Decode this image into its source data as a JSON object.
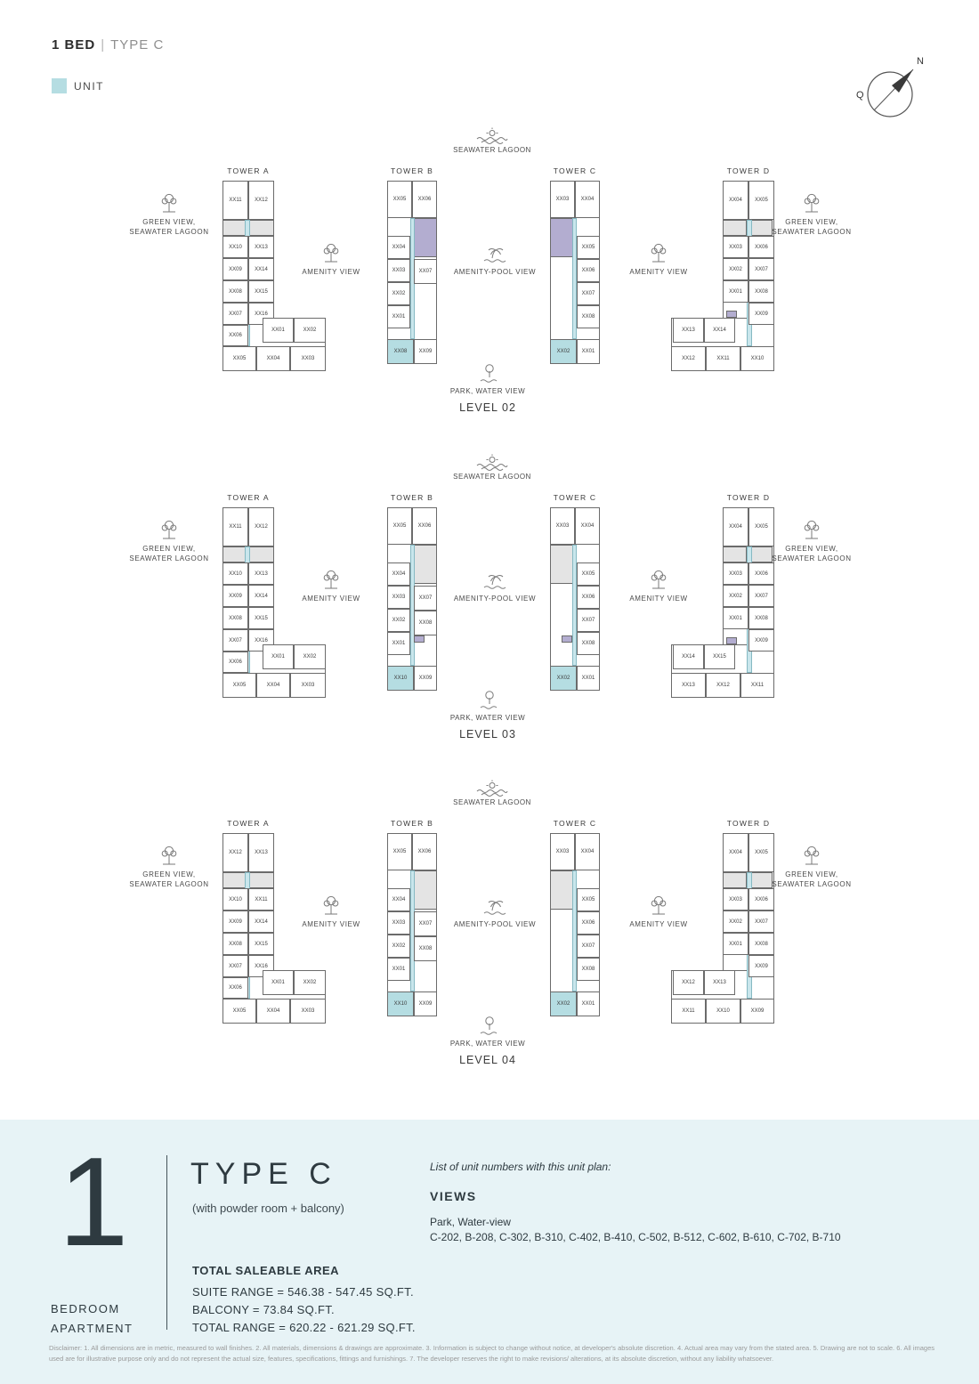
{
  "header": {
    "title_bold": "1 BED",
    "title_divider": "|",
    "title_light": "TYPE C",
    "legend_label": "UNIT"
  },
  "compass": {
    "north": "N",
    "mark": "Q"
  },
  "shared": {
    "lagoon": "SEAWATER LAGOON",
    "green_view": "GREEN VIEW,\nSEAWATER LAGOON",
    "amenity": "AMENITY VIEW",
    "amenity_pool": "AMENITY-POOL VIEW",
    "park": "PARK, WATER VIEW"
  },
  "levels": [
    {
      "name": "LEVEL 02",
      "towers": [
        {
          "label": "TOWER A",
          "type": "A",
          "core": "gray",
          "chip": true,
          "highlight": [],
          "cells": {
            "t1": "XX11",
            "t2": "XX12",
            "l1": "XX10",
            "r1": "XX13",
            "l2": "XX09",
            "r2": "XX14",
            "l3": "XX08",
            "r3": "XX15",
            "l4": "XX07",
            "r4": "XX16",
            "l5": "XX06",
            "h1": "XX01",
            "h2": "XX02",
            "b1": "XX05",
            "b2": "XX04",
            "b3": "XX03"
          }
        },
        {
          "label": "TOWER B",
          "type": "B",
          "core": "purple",
          "chip": false,
          "highlight": [
            "XX08"
          ],
          "cells": {
            "t1": "XX05",
            "t2": "XX06",
            "l1": "XX04",
            "l2": "XX03",
            "l3": "XX02",
            "l4": "XX01",
            "r1": "XX07",
            "b1": "XX08",
            "b2": "XX09"
          }
        },
        {
          "label": "TOWER C",
          "type": "C",
          "core": "purple",
          "chip": false,
          "highlight": [
            "XX02"
          ],
          "cells": {
            "t1": "XX03",
            "t2": "XX04",
            "r1": "XX05",
            "r2": "XX06",
            "r3": "XX07",
            "r4": "XX08",
            "b1": "XX02",
            "b2": "XX01"
          }
        },
        {
          "label": "TOWER D",
          "type": "D",
          "core": "gray",
          "chip": true,
          "highlight": [],
          "cells": {
            "t1": "XX04",
            "t2": "XX05",
            "l1": "XX03",
            "r1": "XX06",
            "l2": "XX02",
            "r2": "XX07",
            "l3": "XX01",
            "r3": "XX08",
            "r4": "XX09",
            "h1": "XX13",
            "h2": "XX14",
            "b1": "XX12",
            "b2": "XX11",
            "b3": "XX10"
          }
        }
      ]
    },
    {
      "name": "LEVEL 03",
      "towers": [
        {
          "label": "TOWER A",
          "type": "A",
          "core": "gray",
          "chip": true,
          "highlight": [],
          "cells": {
            "t1": "XX11",
            "t2": "XX12",
            "l1": "XX10",
            "r1": "XX13",
            "l2": "XX09",
            "r2": "XX14",
            "l3": "XX08",
            "r3": "XX15",
            "l4": "XX07",
            "r4": "XX16",
            "l5": "XX06",
            "h1": "XX01",
            "h2": "XX02",
            "b1": "XX05",
            "b2": "XX04",
            "b3": "XX03"
          }
        },
        {
          "label": "TOWER B",
          "type": "B",
          "core": "gray",
          "chip": true,
          "highlight": [
            "XX10"
          ],
          "cells": {
            "t1": "XX05",
            "t2": "XX06",
            "l1": "XX04",
            "l2": "XX03",
            "l3": "XX02",
            "l4": "XX01",
            "r1": "XX07",
            "r2": "XX08",
            "b1": "XX10",
            "b2": "XX09"
          }
        },
        {
          "label": "TOWER C",
          "type": "C",
          "core": "gray",
          "chip": true,
          "highlight": [
            "XX02"
          ],
          "cells": {
            "t1": "XX03",
            "t2": "XX04",
            "r1": "XX05",
            "r2": "XX06",
            "r3": "XX07",
            "r4": "XX08",
            "b1": "XX02",
            "b2": "XX01"
          }
        },
        {
          "label": "TOWER D",
          "type": "D",
          "core": "gray",
          "chip": true,
          "highlight": [],
          "cells": {
            "t1": "XX04",
            "t2": "XX05",
            "l1": "XX03",
            "r1": "XX06",
            "l2": "XX02",
            "r2": "XX07",
            "l3": "XX01",
            "r3": "XX08",
            "r4": "XX09",
            "h1": "XX14",
            "h2": "XX15",
            "b1": "XX13",
            "b2": "XX12",
            "b3": "XX11"
          }
        }
      ]
    },
    {
      "name": "LEVEL 04",
      "towers": [
        {
          "label": "TOWER A",
          "type": "A",
          "core": "gray",
          "chip": false,
          "highlight": [],
          "cells": {
            "t1": "XX12",
            "t2": "XX13",
            "l1": "XX10",
            "r1": "XX11",
            "l2": "XX09",
            "r2": "XX14",
            "l3": "XX08",
            "r3": "XX15",
            "l4": "XX07",
            "r4": "XX16",
            "l5": "XX06",
            "h1": "XX01",
            "h2": "XX02",
            "b1": "XX05",
            "b2": "XX04",
            "b3": "XX03"
          }
        },
        {
          "label": "TOWER B",
          "type": "B",
          "core": "gray",
          "chip": false,
          "highlight": [
            "XX10"
          ],
          "cells": {
            "t1": "XX05",
            "t2": "XX06",
            "l1": "XX04",
            "l2": "XX03",
            "l3": "XX02",
            "l4": "XX01",
            "r1": "XX07",
            "r2": "XX08",
            "b1": "XX10",
            "b2": "XX09"
          }
        },
        {
          "label": "TOWER C",
          "type": "C",
          "core": "gray",
          "chip": false,
          "highlight": [
            "XX02"
          ],
          "cells": {
            "t1": "XX03",
            "t2": "XX04",
            "r1": "XX05",
            "r2": "XX06",
            "r3": "XX07",
            "r4": "XX08",
            "b1": "XX02",
            "b2": "XX01"
          }
        },
        {
          "label": "TOWER D",
          "type": "D",
          "core": "gray",
          "chip": false,
          "highlight": [],
          "cells": {
            "t1": "XX04",
            "t2": "XX05",
            "l1": "XX03",
            "r1": "XX06",
            "l2": "XX02",
            "r2": "XX07",
            "l3": "XX01",
            "r3": "XX08",
            "r4": "XX09",
            "h1": "XX12",
            "h2": "XX13",
            "b1": "XX11",
            "b2": "XX10",
            "b3": "XX09"
          }
        }
      ]
    }
  ],
  "footer": {
    "big_number": "1",
    "big_label_line1": "BEDROOM",
    "big_label_line2": "APARTMENT",
    "type_title": "TYPE C",
    "type_subtitle": "(with powder room + balcony)",
    "area_title": "TOTAL SALEABLE AREA",
    "area_lines": [
      "SUITE RANGE = 546.38 - 547.45 SQ.FT.",
      "BALCONY = 73.84 SQ.FT.",
      "TOTAL RANGE = 620.22 - 621.29 SQ.FT."
    ],
    "list_intro": "List of unit numbers with this unit plan:",
    "views_title": "VIEWS",
    "views_sub": "Park, Water-view",
    "unit_list": "C-202, B-208, C-302, B-310, C-402, B-410, C-502, B-512, C-602, B-610, C-702, B-710"
  },
  "disclaimer": "Disclaimer: 1. All dimensions are in metric, measured to wall finishes. 2. All materials, dimensions & drawings are approximate. 3. Information is subject to change without notice, at developer's absolute discretion. 4. Actual area may vary from the stated area. 5. Drawing are not to scale. 6. All images used are for illustrative purpose only and do not represent the actual size, features, specifications, fittings and furnishings. 7. The developer reserves the right to make revisions/ alterations, at its absolute discretion, without any liability whatsoever."
}
